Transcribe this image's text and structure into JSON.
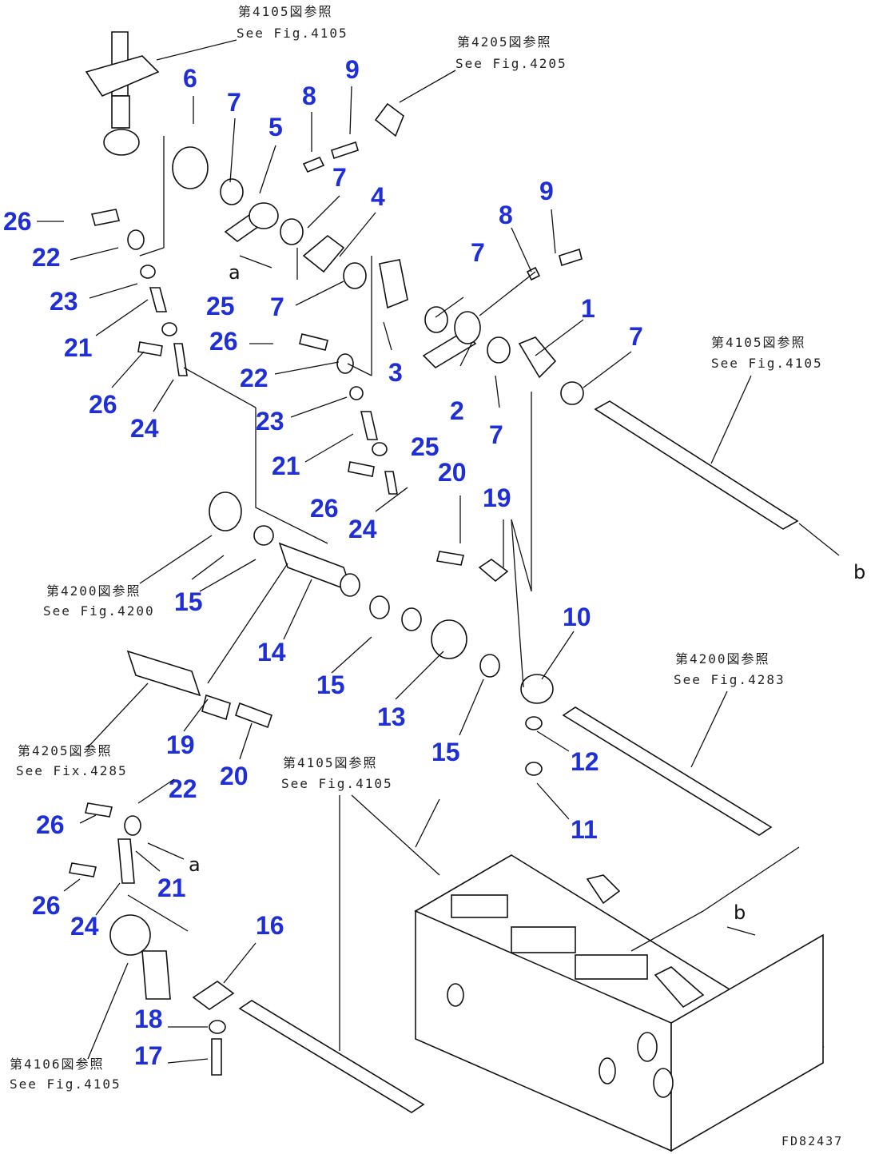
{
  "diagram": {
    "drawing_code": "FD82437",
    "part_numbers": [
      {
        "n": "1"
      },
      {
        "n": "2"
      },
      {
        "n": "3"
      },
      {
        "n": "4"
      },
      {
        "n": "5"
      },
      {
        "n": "6"
      },
      {
        "n": "7"
      },
      {
        "n": "7"
      },
      {
        "n": "7"
      },
      {
        "n": "7"
      },
      {
        "n": "7"
      },
      {
        "n": "7"
      },
      {
        "n": "8"
      },
      {
        "n": "8"
      },
      {
        "n": "9"
      },
      {
        "n": "9"
      },
      {
        "n": "10"
      },
      {
        "n": "11"
      },
      {
        "n": "12"
      },
      {
        "n": "13"
      },
      {
        "n": "14"
      },
      {
        "n": "15"
      },
      {
        "n": "15"
      },
      {
        "n": "15"
      },
      {
        "n": "16"
      },
      {
        "n": "17"
      },
      {
        "n": "18"
      },
      {
        "n": "19"
      },
      {
        "n": "19"
      },
      {
        "n": "20"
      },
      {
        "n": "20"
      },
      {
        "n": "21"
      },
      {
        "n": "21"
      },
      {
        "n": "21"
      },
      {
        "n": "22"
      },
      {
        "n": "22"
      },
      {
        "n": "22"
      },
      {
        "n": "23"
      },
      {
        "n": "23"
      },
      {
        "n": "24"
      },
      {
        "n": "24"
      },
      {
        "n": "24"
      },
      {
        "n": "25"
      },
      {
        "n": "25"
      },
      {
        "n": "26"
      },
      {
        "n": "26"
      },
      {
        "n": "26"
      },
      {
        "n": "26"
      },
      {
        "n": "26"
      },
      {
        "n": "26"
      }
    ],
    "references": [
      {
        "jp": "第4105図参照",
        "en": "See Fig.4105"
      },
      {
        "jp": "第4205図参照",
        "en": "See Fig.4205"
      },
      {
        "jp": "第4105図参照",
        "en": "See Fig.4105"
      },
      {
        "jp": "第4200図参照",
        "en": "See Fig.4200"
      },
      {
        "jp": "第4200図参照",
        "en": "See Fig.4283"
      },
      {
        "jp": "第4205図参照",
        "en": "See Fix.4285"
      },
      {
        "jp": "第4105図参照",
        "en": "See Fig.4105"
      },
      {
        "jp": "第4106図参照",
        "en": "See Fig.4105"
      }
    ],
    "letters": [
      {
        "t": "a"
      },
      {
        "t": "a"
      },
      {
        "t": "b"
      },
      {
        "t": "b"
      }
    ]
  }
}
